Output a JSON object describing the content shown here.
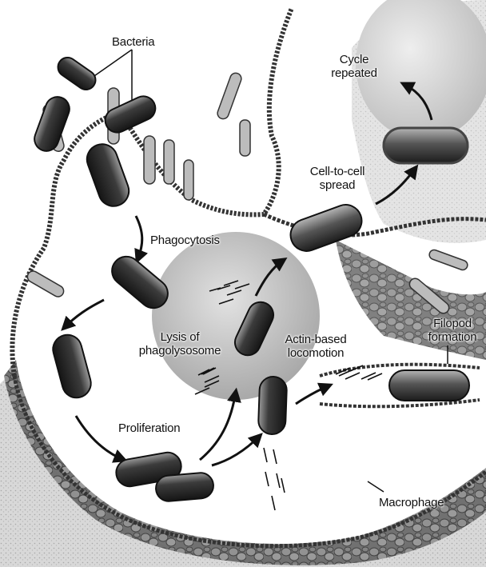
{
  "labels": {
    "bacteria": "Bacteria",
    "cycle_line1": "Cycle",
    "cycle_line2": "repeated",
    "celltocell_line1": "Cell-to-cell",
    "celltocell_line2": "spread",
    "phagocytosis": "Phagocytosis",
    "lysis_line1": "Lysis of",
    "lysis_line2": "phagolysosome",
    "actin_line1": "Actin-based",
    "actin_line2": "locomotion",
    "filopod_line1": "Filopod",
    "filopod_line2": "formation",
    "proliferation": "Proliferation",
    "macrophage": "Macrophage"
  },
  "colors": {
    "bacterium_fill": "#2b2b2b",
    "bacterium_highlight": "#8a8a8a",
    "membrane": "#3a3a3a",
    "cytoplasm": "#cfcfcf",
    "nucleus": "#bdbdbd",
    "arrow": "#111111"
  }
}
